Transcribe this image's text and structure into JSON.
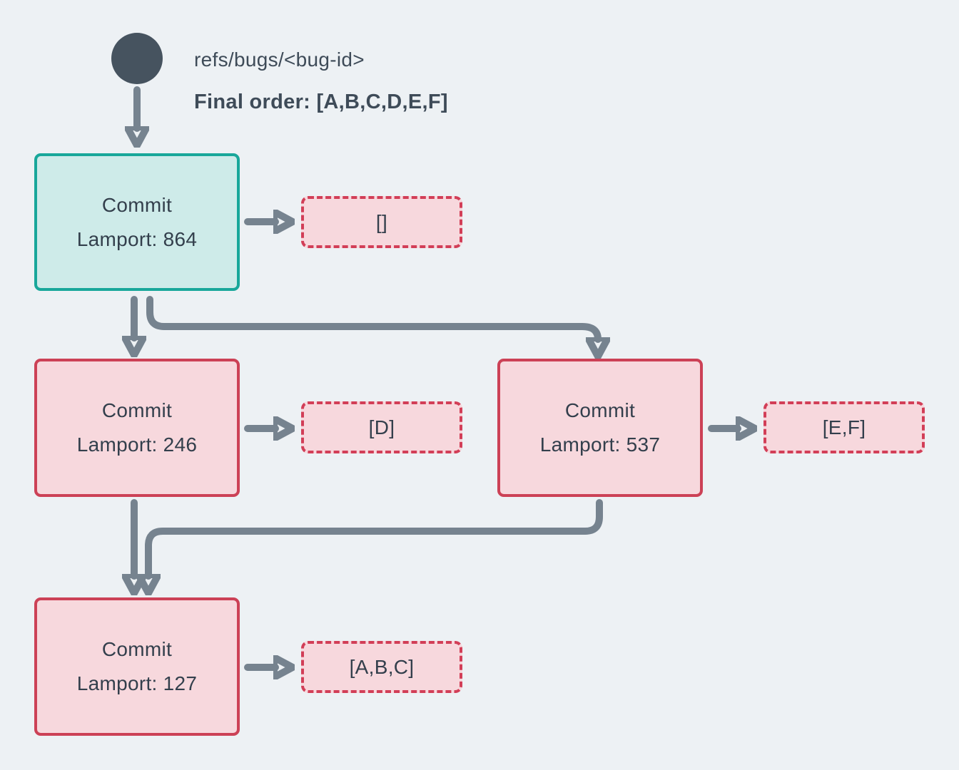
{
  "header": {
    "ref": "refs/bugs/<bug-id>",
    "final_order": "Final order: [A,B,C,D,E,F]"
  },
  "commits": [
    {
      "label": "Commit",
      "lamport": "Lamport: 864",
      "payload": "[]",
      "variant": "teal"
    },
    {
      "label": "Commit",
      "lamport": "Lamport: 246",
      "payload": "[D]",
      "variant": "pink"
    },
    {
      "label": "Commit",
      "lamport": "Lamport: 537",
      "payload": "[E,F]",
      "variant": "pink"
    },
    {
      "label": "Commit",
      "lamport": "Lamport: 127",
      "payload": "[A,B,C]",
      "variant": "pink"
    }
  ],
  "edges": [
    {
      "from": "ref-head",
      "to": "commit-864"
    },
    {
      "from": "commit-864",
      "to": "payload-empty"
    },
    {
      "from": "commit-864",
      "to": "commit-246"
    },
    {
      "from": "commit-864",
      "to": "commit-537"
    },
    {
      "from": "commit-246",
      "to": "payload-d"
    },
    {
      "from": "commit-537",
      "to": "payload-ef"
    },
    {
      "from": "commit-246",
      "to": "commit-127"
    },
    {
      "from": "commit-537",
      "to": "commit-127"
    },
    {
      "from": "commit-127",
      "to": "payload-abc"
    }
  ],
  "palette": {
    "background": "#edf1f4",
    "slate_node": "#46535f",
    "text": "#333f4c",
    "header_text": "#3e4b58",
    "arrow": "#76838f",
    "teal_border": "#18a79a",
    "teal_fill": "#ceebe9",
    "red_border": "#cc4156",
    "red_dashed_border": "#d23e57",
    "pink_fill": "#f7d8dd"
  }
}
